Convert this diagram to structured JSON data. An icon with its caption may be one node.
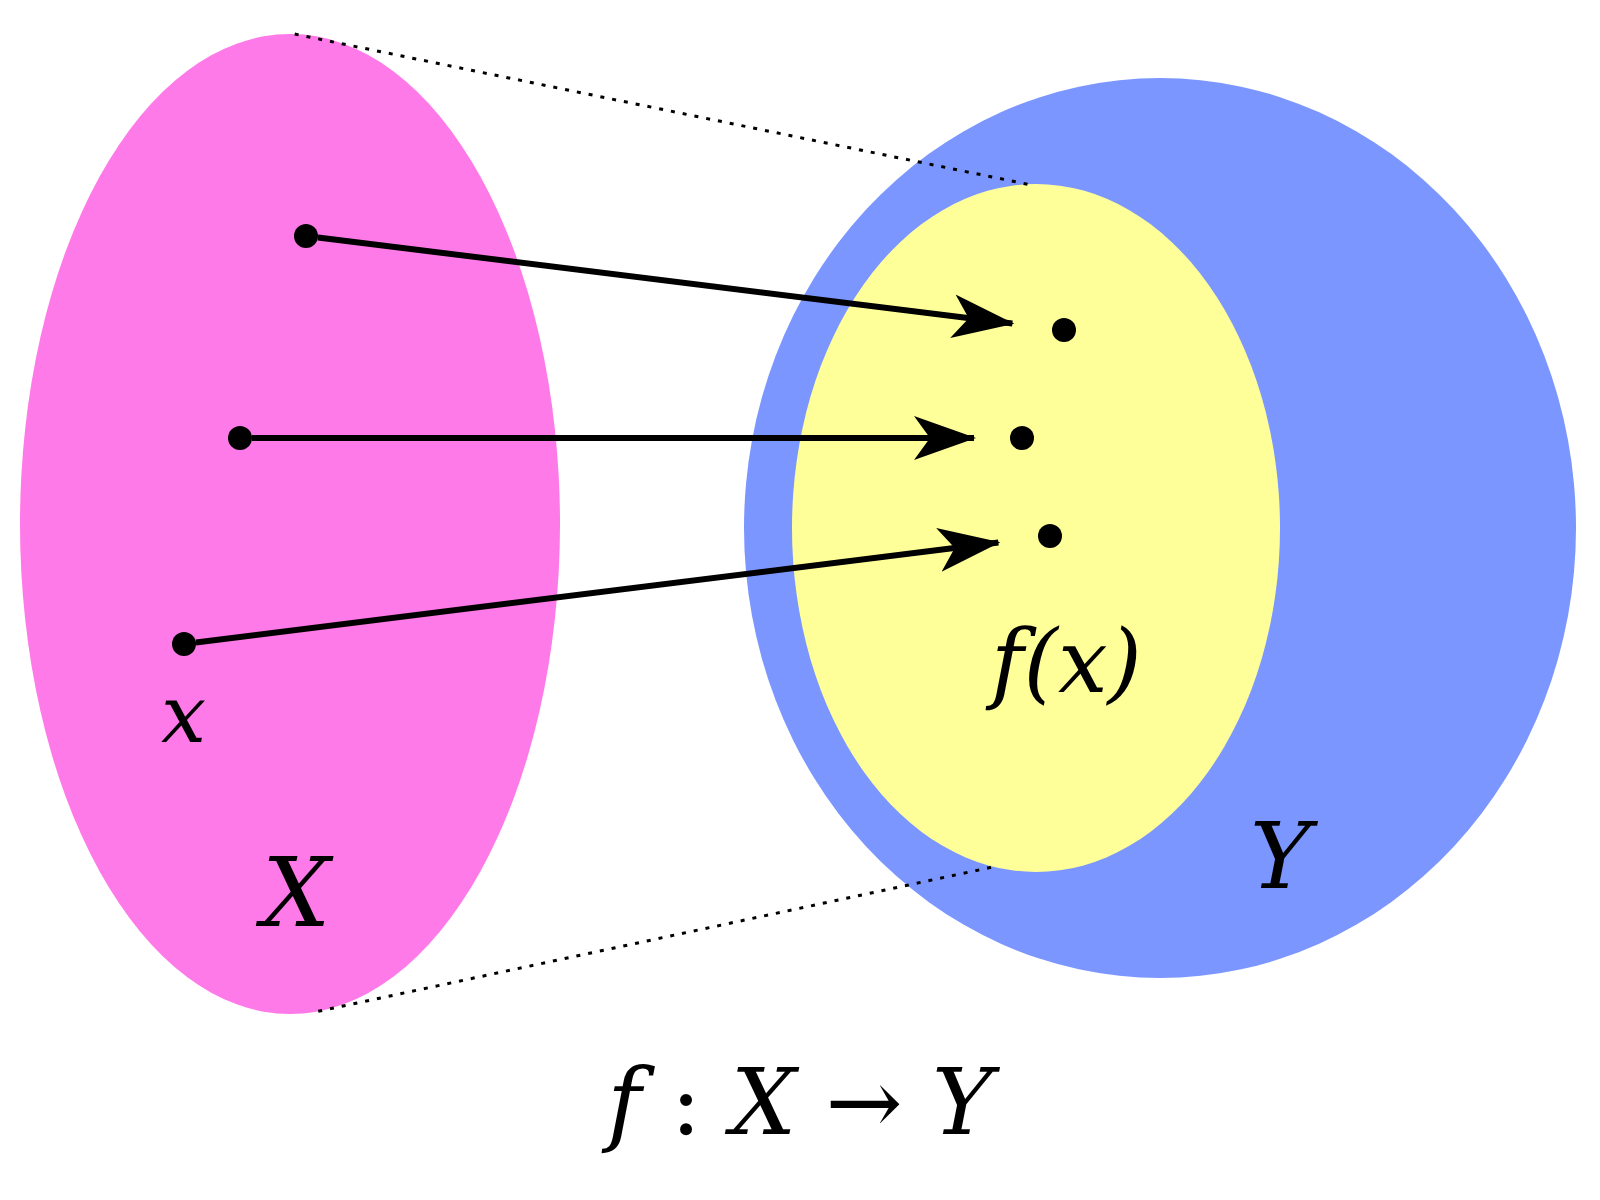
{
  "diagram": {
    "caption": "*f* : *X* → *Y*",
    "nodes": [
      {
        "text": [
          "X"
        ]
      },
      {
        "text": [],
        "shape": "circle",
        "in": 0
      },
      {
        "text": [],
        "shape": "circle",
        "in": 0
      },
      {
        "text": [],
        "shape": "circle",
        "in": 0,
        "beside": [
          "x"
        ]
      },
      {
        "text": [
          "Y"
        ]
      },
      {
        "text": [],
        "shape": "ellipse",
        "in": 4
      },
      {
        "text": [],
        "shape": "circle",
        "in": 5
      },
      {
        "text": [],
        "shape": "circle",
        "in": 5
      },
      {
        "text": [],
        "shape": "circle",
        "in": 5,
        "beside": [
          "f(x)"
        ]
      }
    ],
    "edges": [
      {
        "from": 1,
        "to": 6,
        "arrow": "to"
      },
      {
        "from": 2,
        "to": 7,
        "arrow": "to"
      },
      {
        "from": 3,
        "to": 8,
        "arrow": "to"
      },
      {
        "from": 0,
        "to": 5,
        "arrow": "none",
        "style": "dashed"
      },
      {
        "from": 0,
        "to": 5,
        "arrow": "none",
        "style": "dashed"
      }
    ]
  }
}
